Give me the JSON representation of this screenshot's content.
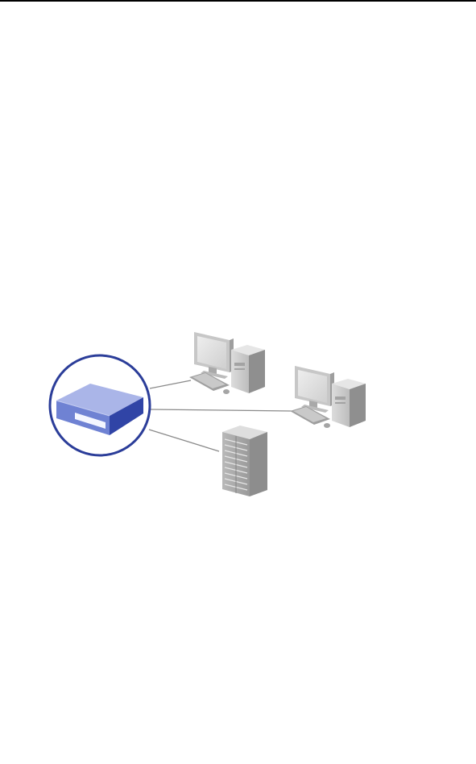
{
  "page": {
    "background": "#ffffff",
    "rule_color": "#000000"
  },
  "diagram": {
    "type": "network-topology",
    "hub": {
      "icon": "network-switch-icon",
      "highlight_ring_color": "#2b3d99",
      "device_color": "#7f8fd6"
    },
    "connections": [
      {
        "from": "network-switch",
        "to": "desktop-computer-1"
      },
      {
        "from": "network-switch",
        "to": "desktop-computer-2"
      },
      {
        "from": "network-switch",
        "to": "server-tower"
      }
    ],
    "nodes": [
      {
        "id": "desktop-computer-1",
        "icon": "desktop-computer-icon"
      },
      {
        "id": "desktop-computer-2",
        "icon": "desktop-computer-icon"
      },
      {
        "id": "server-tower",
        "icon": "server-rack-icon"
      }
    ],
    "colors": {
      "line": "#8a8a8a",
      "device_gray": "#d4d4d4",
      "device_dark": "#8d8d8d"
    }
  }
}
